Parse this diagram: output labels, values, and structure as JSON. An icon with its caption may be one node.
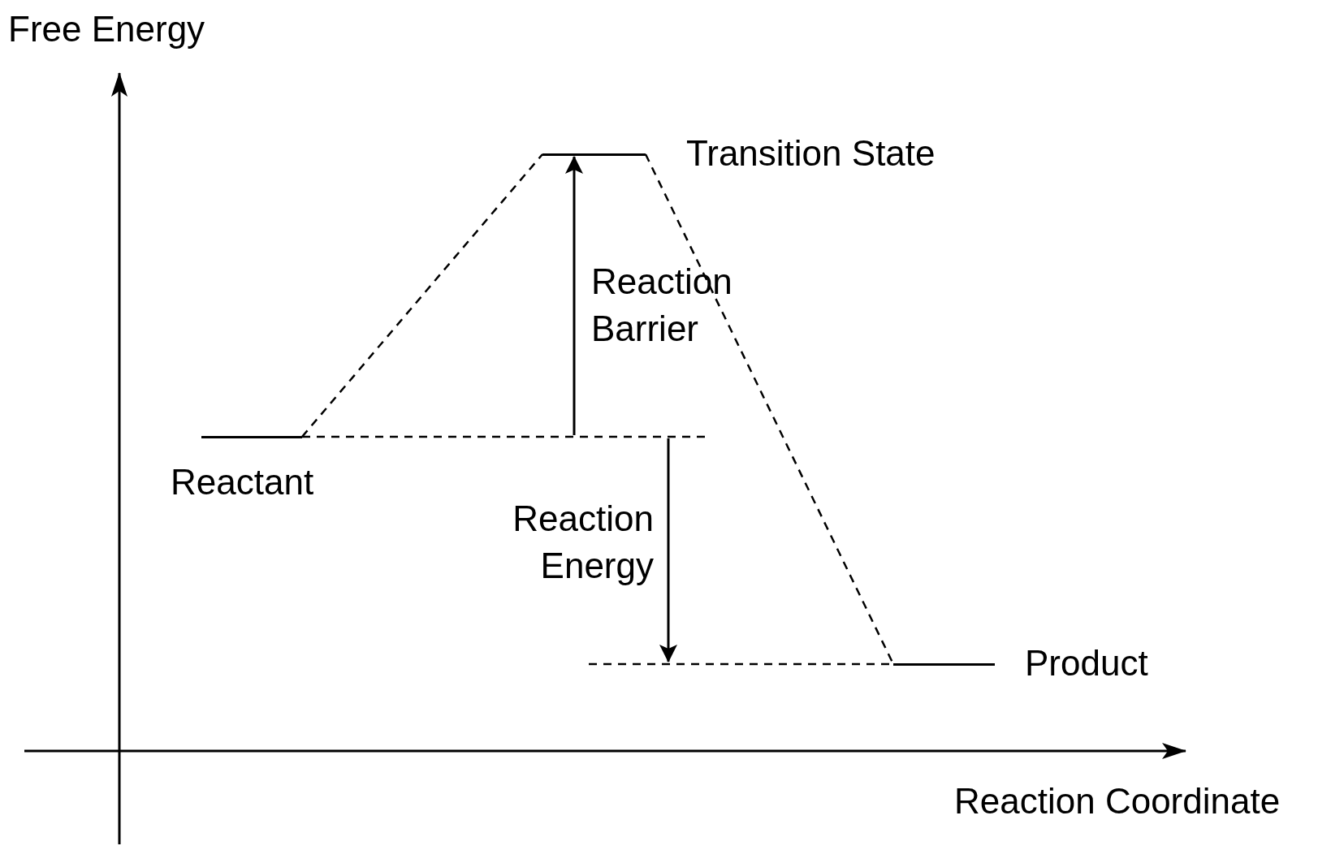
{
  "diagram": {
    "nodes": [
      {
        "text": [],
        "shape": "bar",
        "beside": [
          "Reactant"
        ]
      },
      {
        "text": [],
        "shape": "bar",
        "beside": [
          "Transition State"
        ]
      },
      {
        "text": [],
        "shape": "bar",
        "beside": [
          "Product"
        ]
      }
    ],
    "edges": [
      {
        "from": 0,
        "to": 1,
        "arrow": "none",
        "style": "dashed"
      },
      {
        "from": 1,
        "to": 2,
        "arrow": "none",
        "style": "dashed"
      }
    ],
    "labels": [
      "Free Energy",
      "Reaction Barrier",
      "Reaction Energy",
      "Reaction Coordinate"
    ]
  }
}
